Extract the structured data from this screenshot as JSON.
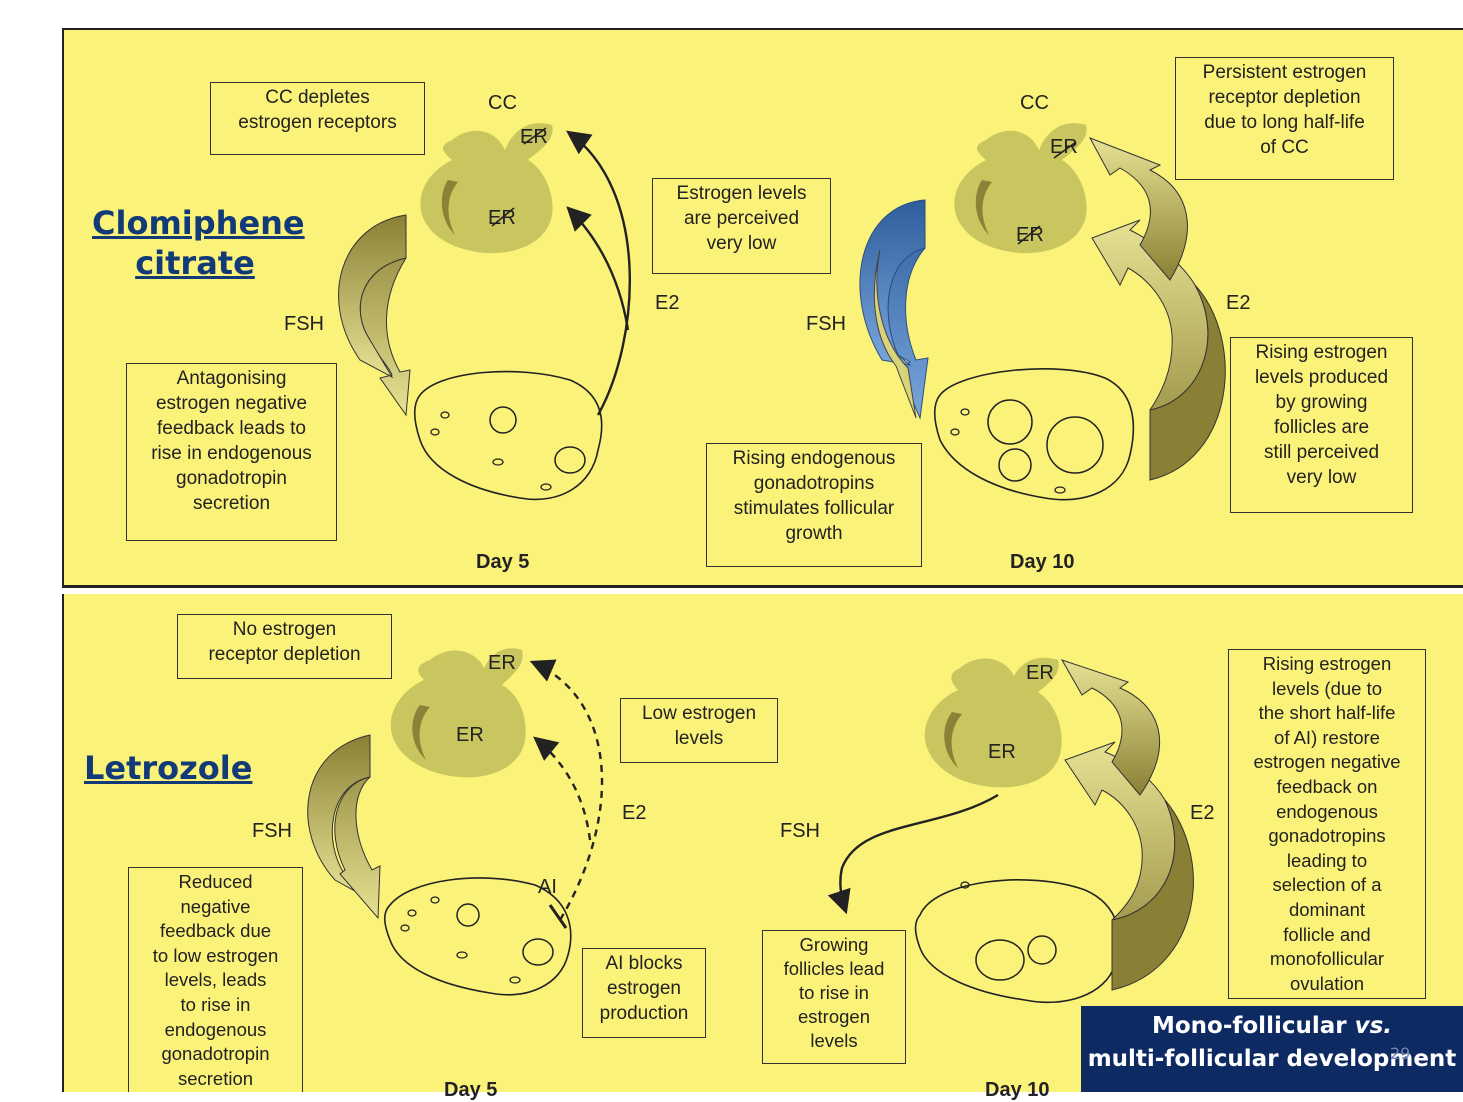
{
  "colors": {
    "panel_background": "#fbf279",
    "hormone_shape": "#c9c65f",
    "hormone_shape_dark": "#8a8236",
    "arrow_gradient_dark": "#8a8035",
    "arrow_gradient_light": "#e6e293",
    "fsh_highlight_arrow": "#4a7fc0",
    "title_text": "#123a78",
    "callout_background": "#0d2a62"
  },
  "top_panel": {
    "title": "Clomiphene\ncitrate",
    "left": {
      "gland_label": "CC",
      "receptor_label_1": "ER",
      "receptor_label_2": "ER",
      "hormone_in": "FSH",
      "hormone_out": "E2",
      "day": "Day 5",
      "box_receptors": "CC depletes\nestrogen receptors",
      "box_perceived": "Estrogen levels\nare perceived\nvery low",
      "box_feedback": "Antagonising\nestrogen negative\nfeedback leads to\nrise in endogenous\ngonadotropin\nsecretion"
    },
    "right": {
      "gland_label": "CC",
      "receptor_label_1": "ER",
      "receptor_label_2": "ER",
      "hormone_in": "FSH",
      "hormone_out": "E2",
      "day": "Day 10",
      "box_persistent": "Persistent estrogen\nreceptor depletion\ndue to long half-life\nof CC",
      "box_growth": "Rising endogenous\ngonadotropins\nstimulates follicular\ngrowth",
      "box_rising": "Rising estrogen\nlevels produced\nby growing\nfollicles are\nstill perceived\nvery low"
    }
  },
  "bottom_panel": {
    "title": "Letrozole",
    "left": {
      "receptor_label_1": "ER",
      "receptor_label_2": "ER",
      "hormone_in": "FSH",
      "hormone_out": "E2",
      "inhibitor": "AI",
      "day": "Day 5",
      "box_no_depletion": "No estrogen\nreceptor depletion",
      "box_low": "Low estrogen\nlevels",
      "box_reduced": "Reduced\nnegative\nfeedback due\nto low estrogen\nlevels, leads\nto rise in\nendogenous\ngonadotropin\nsecretion",
      "box_ai_blocks": "AI blocks\nestrogen\nproduction"
    },
    "right": {
      "receptor_label_1": "ER",
      "receptor_label_2": "ER",
      "hormone_in": "FSH",
      "hormone_out": "E2",
      "day": "Day 10",
      "box_growing": "Growing\nfollicles lead\nto rise in\nestrogen\nlevels",
      "box_restore": "Rising estrogen\nlevels (due to\nthe short half-life\nof AI) restore\nestrogen negative\nfeedback on\nendogenous\ngonadotropins\nleading to\nselection of a\ndominant\nfollicle and\nmonofollicular\novulation"
    }
  },
  "callout": {
    "line1_prefix": "Mono-follicular ",
    "line1_vs": "vs.",
    "line2": "multi-follicular development"
  },
  "page_number": "29"
}
